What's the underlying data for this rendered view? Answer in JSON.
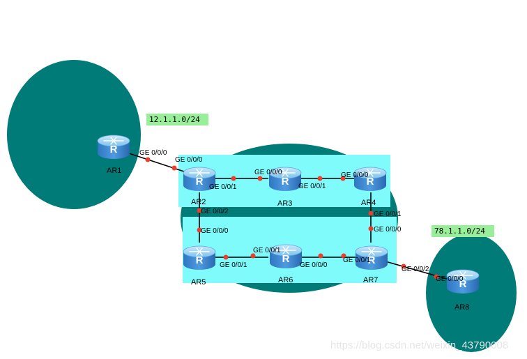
{
  "colors": {
    "area": "#007b78",
    "zone": "#7ffbfb",
    "subnet_box": "#99ee99",
    "link": "#000000",
    "port_dot": "#e8402c",
    "router_light": "#7fc3ee",
    "router_dark": "#2f76c2"
  },
  "icons": {
    "router": "router-icon"
  },
  "subnets": {
    "left": "12.1.1.0/24",
    "right": "78.1.1.0/24"
  },
  "routers": {
    "ar1": "AR1",
    "ar2": "AR2",
    "ar3": "AR3",
    "ar4": "AR4",
    "ar5": "AR5",
    "ar6": "AR6",
    "ar7": "AR7",
    "ar8": "AR8"
  },
  "ports": {
    "ar1_g000": "GE 0/0/0",
    "ar2_g000": "GE 0/0/0",
    "ar2_g001": "GE 0/0/1",
    "ar2_g002": "GE 0/0/2",
    "ar3_g000": "GE 0/0/0",
    "ar3_g001": "GE 0/0/1",
    "ar4_g000": "GE 0/0/0",
    "ar4_g001": "GE 0/0/1",
    "ar7_g000_up": "GE 0/0/0",
    "ar5_g000": "GE 0/0/0",
    "ar5_g001": "GE 0/0/1",
    "ar6_g001": "GE 0/0/1",
    "ar6_g000": "GE 0/0/0",
    "ar7_g001": "GE 0/0/1",
    "ar7_g002": "GE 0/0/2",
    "ar8_g000": "GE 0/0/0"
  },
  "watermark": "https://blog.csdn.net/weixin_43790008"
}
